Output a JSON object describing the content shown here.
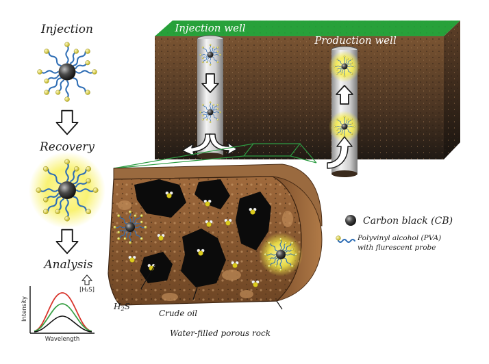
{
  "labels": {
    "injection": "Injection",
    "recovery": "Recovery",
    "analysis": "Analysis",
    "injection_well": "Injection well",
    "production_well": "Production well",
    "carbon_black": "Carbon black (CB)",
    "pva_line1": "Polyvinyl alcohol (PVA)",
    "pva_line2": "with flurescent probe",
    "h2s_main": "H",
    "h2s_sub": "2",
    "h2s_tail": "S",
    "crude_oil": "Crude oil",
    "porous_rock": "Water-filled porous rock"
  },
  "spectrum": {
    "ylabel": "Intensity",
    "xlabel": "Wavelength",
    "indicator": "[H₂S]"
  },
  "colors": {
    "ground_top": "#27a13a",
    "soil": "#6b4a2e",
    "rock": "#8a5a34",
    "oil": "#0b0b0b",
    "polymer": "#2f6eb5",
    "probe": "#d4c92a",
    "glow": "#f5ea3c",
    "zoom_frame": "#2e9d44",
    "curve_red": "#d8342b",
    "curve_green": "#3aa046",
    "curve_black": "#111111"
  },
  "icons": [
    "nanoparticle-icon",
    "glowing-nanoparticle-icon",
    "down-arrow-icon",
    "up-arrow-icon",
    "curved-arrow-icon",
    "h2s-molecule-icon"
  ]
}
